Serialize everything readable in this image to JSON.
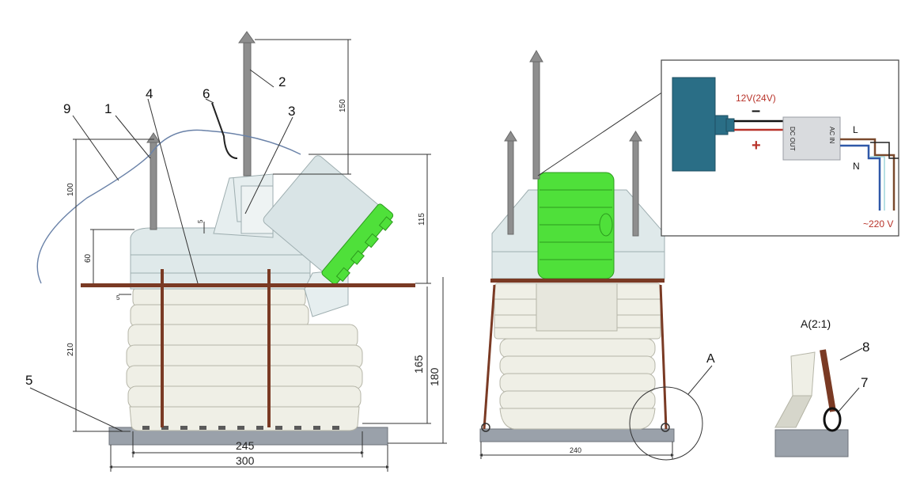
{
  "callouts": {
    "c1": "1",
    "c2": "2",
    "c3": "3",
    "c4": "4",
    "c5": "5",
    "c6": "6",
    "c7": "7",
    "c8": "8",
    "c9": "9"
  },
  "dimensions": {
    "width_body": "245",
    "width_base": "300",
    "height_total": "180",
    "height_body": "165",
    "height_210": "210",
    "height_115": "115",
    "height_150": "150",
    "height_100": "100",
    "height_60": "60",
    "gap_5_top": "5",
    "gap_5_side": "5",
    "width_front": "240"
  },
  "detail": {
    "marker": "A",
    "title": "A(2:1)"
  },
  "wiring": {
    "dc_voltage": "12V(24V)",
    "minus": "–",
    "plus": "+",
    "dc_out": "DC OUT",
    "ac_in": "AC IN",
    "line": "L",
    "neutral": "N",
    "mains": "~220 V"
  },
  "colors": {
    "green": "#4fe03a",
    "pipe": "#8e8e8e",
    "body": "#efefe6",
    "lid": "#dfe9ea",
    "rod": "#7a3a24",
    "base": "#9aa1aa",
    "blower": "#2a6e86",
    "dc_red": "#b8332a"
  }
}
